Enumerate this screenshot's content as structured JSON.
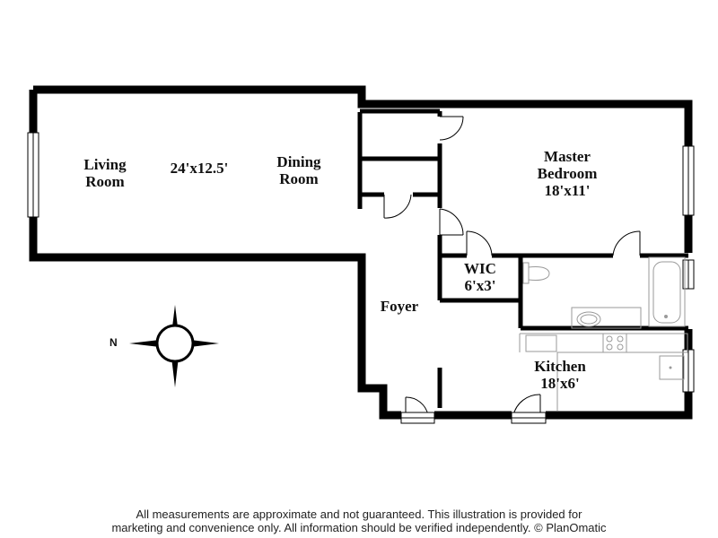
{
  "rooms": {
    "living": {
      "line1": "Living",
      "line2": "Room"
    },
    "living_dining_size": "24'x12.5'",
    "dining": {
      "line1": "Dining",
      "line2": "Room"
    },
    "master": {
      "line1": "Master",
      "line2": "Bedroom",
      "size": "18'x11'"
    },
    "wic": {
      "name": "WIC",
      "size": "6'x3'"
    },
    "foyer": {
      "name": "Foyer"
    },
    "kitchen": {
      "name": "Kitchen",
      "size": "18'x6'"
    }
  },
  "compass": {
    "north_label": "N"
  },
  "disclaimer": {
    "line1": "All measurements are approximate and not guaranteed. This illustration is provided for",
    "line2": "marketing and convenience only. All information should be verified independently. © PlanOmatic"
  },
  "colors": {
    "wall": "#000000",
    "fixture": "#9a9a9a",
    "background": "#ffffff"
  }
}
